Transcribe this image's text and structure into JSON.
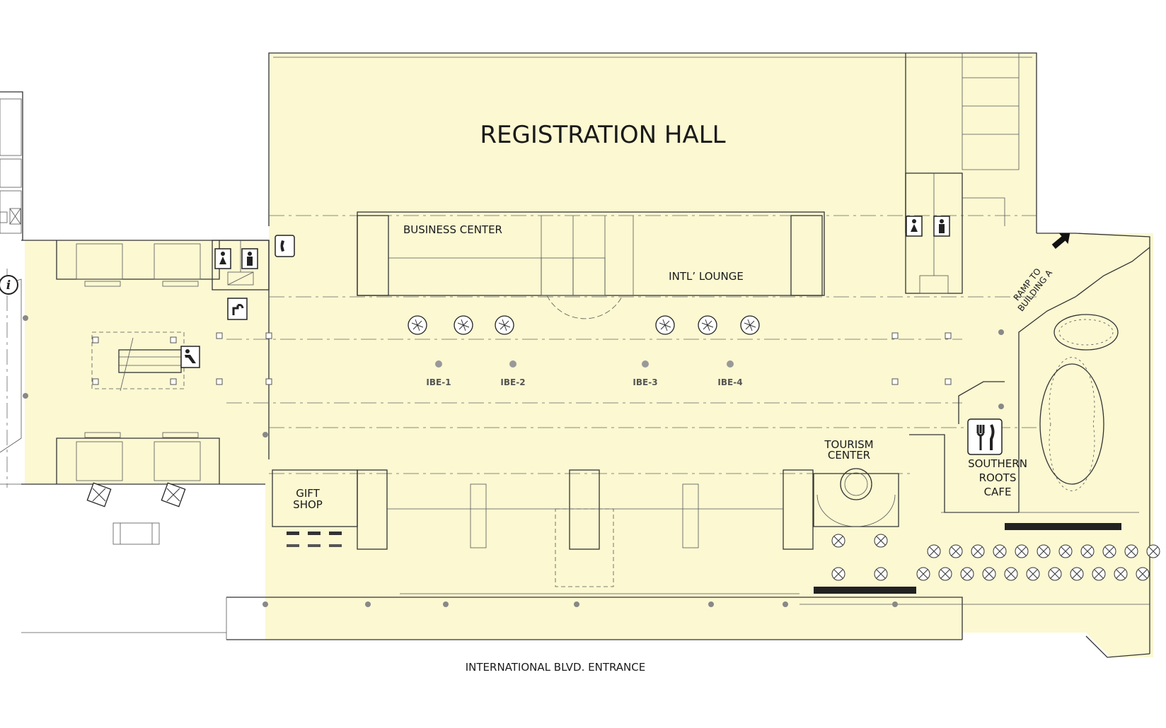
{
  "map": {
    "labels": {
      "registration_hall": "REGISTRATION HALL",
      "business_center": "BUSINESS CENTER",
      "intl_lounge": "INTL’ LOUNGE",
      "gift_shop_line1": "GIFT",
      "gift_shop_line2": "SHOP",
      "tourism_line1": "TOURISM",
      "tourism_line2": "CENTER",
      "cafe_line1": "SOUTHERN",
      "cafe_line2": "ROOTS",
      "cafe_line3": "CAFE",
      "ramp_line1": "RAMP TO",
      "ramp_line2": "BUILDING A",
      "entrance": "INTERNATIONAL BLVD. ENTRANCE",
      "ibe": [
        "IBE-1",
        "IBE-2",
        "IBE-3",
        "IBE-4"
      ]
    },
    "icons": [
      "info-icon",
      "restroom-icon",
      "phone-icon",
      "water-fountain-icon",
      "escalator-icon",
      "dining-icon",
      "ramp-arrow-icon"
    ],
    "colors": {
      "floor_fill": "#fbf8d2",
      "wall": "#333333",
      "background": "#ffffff"
    }
  }
}
